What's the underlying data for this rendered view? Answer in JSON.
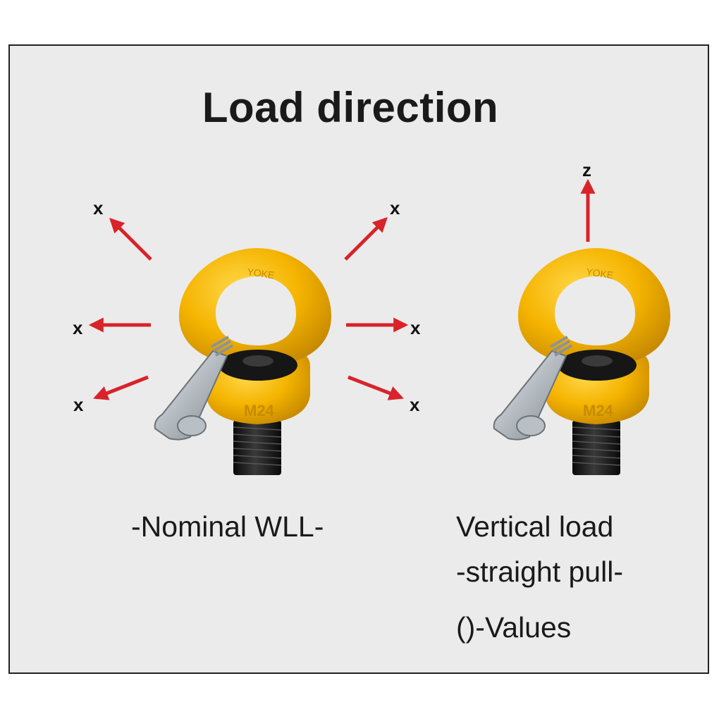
{
  "title": "Load direction",
  "left_diagram": {
    "direction_labels": [
      "x",
      "x",
      "x",
      "x",
      "x",
      "x"
    ],
    "caption": "-Nominal WLL-",
    "bolt_marking": "M24",
    "ring_marking": "YOKE"
  },
  "right_diagram": {
    "direction_label": "z",
    "caption_lines": [
      "Vertical load",
      "-straight pull-",
      "()-Values"
    ],
    "bolt_marking": "M24",
    "ring_marking": "YOKE"
  },
  "colors": {
    "background": "#ebebeb",
    "arrow": "#d8232a",
    "ring": "#f5b400",
    "bolt": "#1b1b1b",
    "text": "#1a1a1a"
  }
}
